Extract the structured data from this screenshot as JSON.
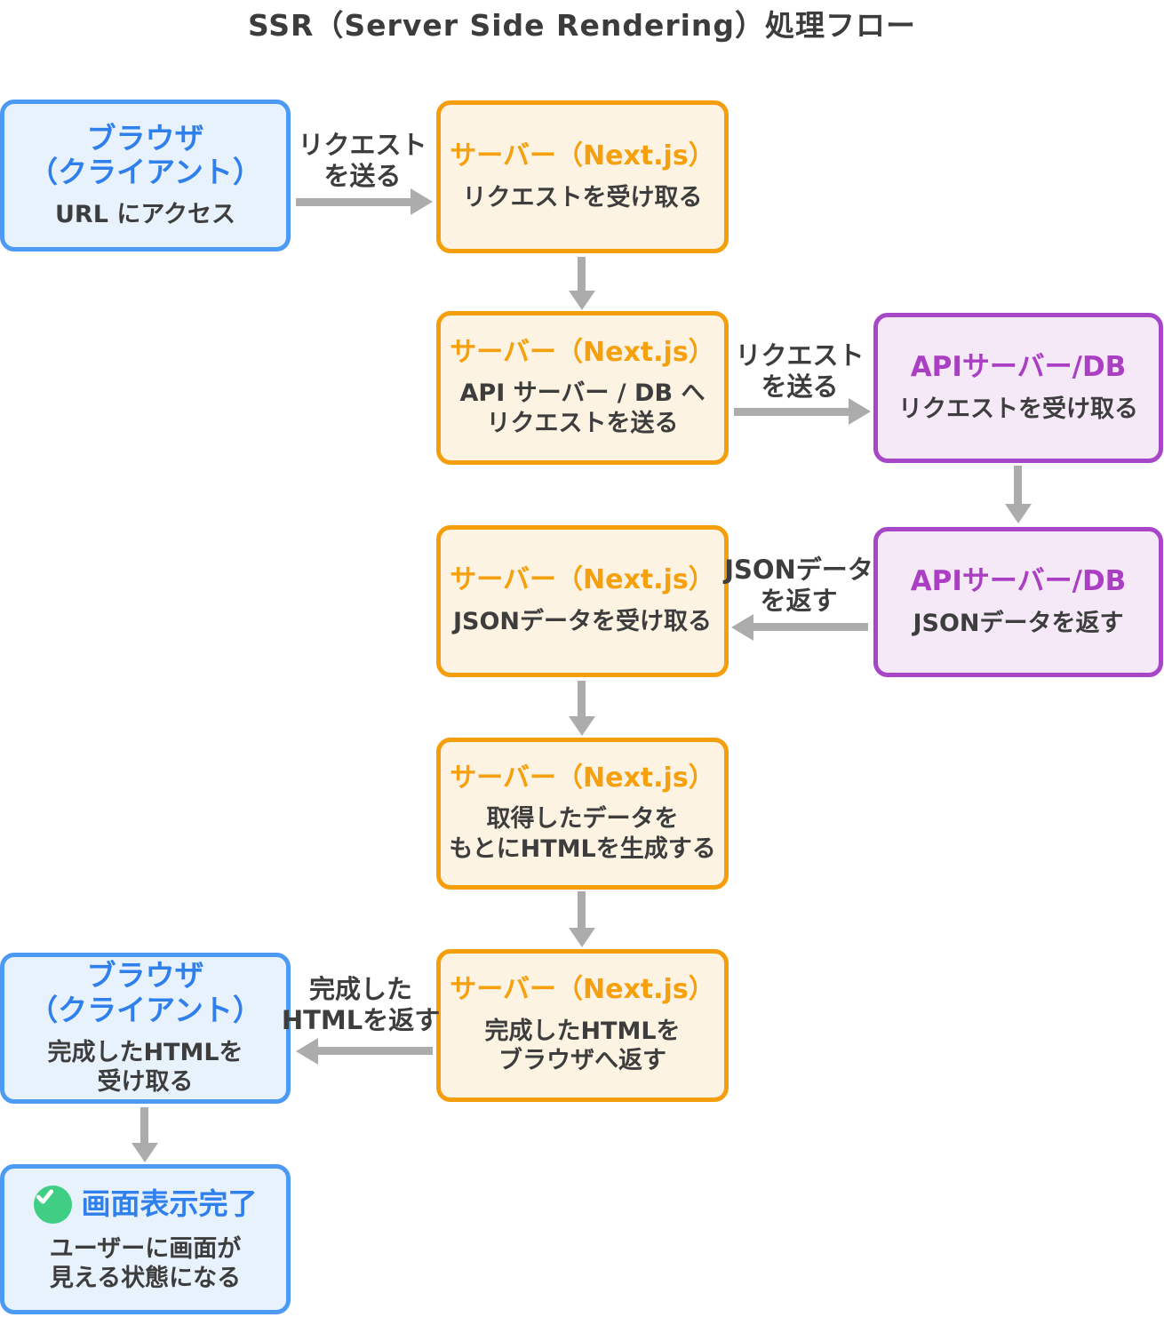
{
  "title": "SSR（Server Side Rendering）処理フロー",
  "nodes": [
    {
      "name": "browser-client-start",
      "kind": "browser",
      "title_lines": [
        "ブラウザ",
        "（クライアント）"
      ],
      "body_lines": [
        "URL にアクセス"
      ]
    },
    {
      "name": "server-receive-request",
      "kind": "server",
      "title_lines": [
        "サーバー（Next.js）"
      ],
      "body_lines": [
        "リクエストを受け取る"
      ]
    },
    {
      "name": "server-send-api-request",
      "kind": "server",
      "title_lines": [
        "サーバー（Next.js）"
      ],
      "body_lines": [
        "API サーバー / DB へ",
        "リクエストを送る"
      ]
    },
    {
      "name": "api-db-receive-request",
      "kind": "api",
      "title_lines": [
        "APIサーバー/DB"
      ],
      "body_lines": [
        "リクエストを受け取る"
      ]
    },
    {
      "name": "api-db-return-json",
      "kind": "api",
      "title_lines": [
        "APIサーバー/DB"
      ],
      "body_lines": [
        "JSONデータを返す"
      ]
    },
    {
      "name": "server-receive-json",
      "kind": "server",
      "title_lines": [
        "サーバー（Next.js）"
      ],
      "body_lines": [
        "JSONデータを受け取る"
      ]
    },
    {
      "name": "server-generate-html",
      "kind": "server",
      "title_lines": [
        "サーバー（Next.js）"
      ],
      "body_lines": [
        "取得したデータを",
        "もとにHTMLを生成する"
      ]
    },
    {
      "name": "server-return-html",
      "kind": "server",
      "title_lines": [
        "サーバー（Next.js）"
      ],
      "body_lines": [
        "完成したHTMLを",
        "ブラウザへ返す"
      ]
    },
    {
      "name": "browser-receive-html",
      "kind": "browser",
      "title_lines": [
        "ブラウザ",
        "（クライアント）"
      ],
      "body_lines": [
        "完成したHTMLを",
        "受け取る"
      ]
    },
    {
      "name": "render-complete",
      "kind": "browser",
      "icon": "check-icon",
      "title_lines": [
        "画面表示完了"
      ],
      "body_lines": [
        "ユーザーに画面が",
        "見える状態になる"
      ]
    }
  ],
  "edges": [
    {
      "from": "browser-client-start",
      "to": "server-receive-request",
      "direction": "right",
      "label_lines": [
        "リクエスト",
        "を送る"
      ]
    },
    {
      "from": "server-receive-request",
      "to": "server-send-api-request",
      "direction": "down",
      "label_lines": []
    },
    {
      "from": "server-send-api-request",
      "to": "api-db-receive-request",
      "direction": "right",
      "label_lines": [
        "リクエスト",
        "を送る"
      ]
    },
    {
      "from": "api-db-receive-request",
      "to": "api-db-return-json",
      "direction": "down",
      "label_lines": []
    },
    {
      "from": "api-db-return-json",
      "to": "server-receive-json",
      "direction": "left",
      "label_lines": [
        "JSONデータ",
        "を返す"
      ]
    },
    {
      "from": "server-receive-json",
      "to": "server-generate-html",
      "direction": "down",
      "label_lines": []
    },
    {
      "from": "server-generate-html",
      "to": "server-return-html",
      "direction": "down",
      "label_lines": []
    },
    {
      "from": "server-return-html",
      "to": "browser-receive-html",
      "direction": "left",
      "label_lines": [
        "完成した",
        "HTMLを返す"
      ]
    },
    {
      "from": "browser-receive-html",
      "to": "render-complete",
      "direction": "down",
      "label_lines": []
    }
  ],
  "colors": {
    "browser_border": "#4D9AF5",
    "browser_fill": "#E8F2FD",
    "browser_title": "#2F80ED",
    "server_border": "#F59E0B",
    "server_fill": "#FDF3E3",
    "server_title": "#F5A00C",
    "api_border": "#A846C8",
    "api_fill": "#F5E9F8",
    "api_title": "#AB3FC4",
    "body_text": "#3D3D3D",
    "arrow": "#ACACAC",
    "check_icon_green": "#3FCE83"
  }
}
